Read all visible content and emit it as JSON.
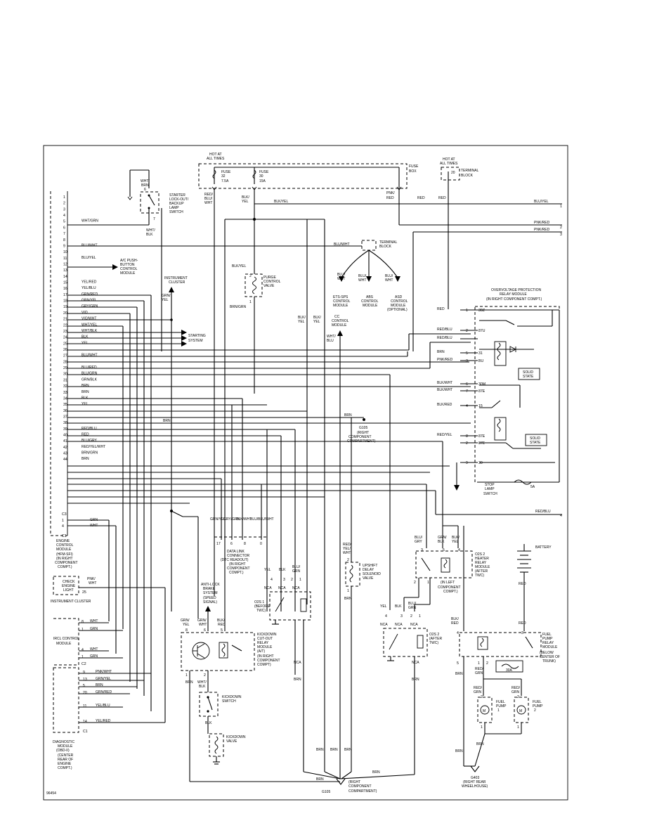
{
  "figure_id": "96454",
  "top": {
    "hot_at_all_times": [
      "HOT AT",
      "ALL TIMES"
    ],
    "fuse_box": [
      "FUSE",
      "BOX"
    ],
    "fuse32": [
      "FUSE",
      "32",
      "7.5A"
    ],
    "fuse30": [
      "FUSE",
      "30",
      "15A"
    ],
    "hot_at_all_times_2": [
      "HOT AT",
      "ALL TIMES"
    ],
    "fuse_20": "20",
    "terminal_block": [
      "TERMINAL",
      "BLOCK"
    ]
  },
  "ecm": {
    "pins": [
      {
        "n": "1",
        "c": ""
      },
      {
        "n": "2",
        "c": ""
      },
      {
        "n": "3",
        "c": ""
      },
      {
        "n": "4",
        "c": ""
      },
      {
        "n": "5",
        "c": "WHT/GRN"
      },
      {
        "n": "6",
        "c": ""
      },
      {
        "n": "7",
        "c": ""
      },
      {
        "n": "8",
        "c": ""
      },
      {
        "n": "9",
        "c": "BLU/WHT"
      },
      {
        "n": "10",
        "c": ""
      },
      {
        "n": "11",
        "c": "BLU/YEL"
      },
      {
        "n": "12",
        "c": ""
      },
      {
        "n": "13",
        "c": ""
      },
      {
        "n": "14",
        "c": ""
      },
      {
        "n": "15",
        "c": "YEL/RED"
      },
      {
        "n": "16",
        "c": "YEL/BLU"
      },
      {
        "n": "17",
        "c": "GRN/RED"
      },
      {
        "n": "18",
        "c": "GRN/YEL"
      },
      {
        "n": "19",
        "c": "GRY/GRN"
      },
      {
        "n": "20",
        "c": "VIO"
      },
      {
        "n": "21",
        "c": "VIO/WHT"
      },
      {
        "n": "22",
        "c": "WHT/YEL"
      },
      {
        "n": "23",
        "c": "WHT/BLK"
      },
      {
        "n": "24",
        "c": "BLK"
      },
      {
        "n": "25",
        "c": "YEL"
      },
      {
        "n": "26",
        "c": ""
      },
      {
        "n": "27",
        "c": "BLU/WHT"
      },
      {
        "n": "28",
        "c": ""
      },
      {
        "n": "29",
        "c": "BLU/RED"
      },
      {
        "n": "30",
        "c": "BLU/GRN"
      },
      {
        "n": "31",
        "c": "GRN/BLK"
      },
      {
        "n": "32",
        "c": "BRN"
      },
      {
        "n": "33",
        "c": "BRN"
      },
      {
        "n": "34",
        "c": "BLK"
      },
      {
        "n": "35",
        "c": "YEL"
      },
      {
        "n": "36",
        "c": ""
      },
      {
        "n": "37",
        "c": ""
      },
      {
        "n": "38",
        "c": ""
      },
      {
        "n": "39",
        "c": "RED/BLU"
      },
      {
        "n": "40",
        "c": "RED"
      },
      {
        "n": "41",
        "c": "BLU/GRY"
      },
      {
        "n": "42",
        "c": "RED/YEL/WHT"
      },
      {
        "n": "43",
        "c": "BRN/GRN"
      },
      {
        "n": "44",
        "c": "BRN"
      }
    ],
    "c3_pins": [
      {
        "n": "C3",
        "c": ""
      },
      {
        "n": "1",
        "c": "GRN"
      },
      {
        "n": "4",
        "c": "WHT"
      },
      {
        "n": "C1",
        "c": ""
      }
    ],
    "label": [
      "ENGINE",
      "CONTROL",
      "MODULE",
      "(HFM-SFI)",
      "(IN RIGHT",
      "COMPONENT",
      "COMPT.)"
    ]
  },
  "check_engine": {
    "label": [
      "CHECK",
      "ENGINE",
      "LIGHT"
    ],
    "pin": "25",
    "wire": [
      "PNK/",
      "WHT"
    ],
    "cluster": "INSTRUMENT CLUSTER"
  },
  "ircl": {
    "label": [
      "IRCL CONTROL",
      "MODULE"
    ],
    "pins": [
      {
        "n": "8",
        "c": "WHT"
      },
      {
        "n": "1",
        "c": "GRN"
      },
      {
        "n": "4",
        "c": "WHT"
      },
      {
        "n": "1",
        "c": "GRN"
      },
      {
        "n": "C2",
        "c": ""
      }
    ]
  },
  "diag": {
    "label": [
      "DIAGNOSTIC",
      "MODULE",
      "(OBD-II)",
      "(CENTER",
      "REAR OF",
      "ENGINE",
      "COMPT.)"
    ],
    "pins": [
      {
        "n": "9",
        "c": "PNK/WHT"
      },
      {
        "n": "13",
        "c": "GRN/YEL"
      },
      {
        "n": "5",
        "c": "BRN"
      },
      {
        "n": "20",
        "c": "GRN/RED"
      },
      {
        "n": "11",
        "c": "YEL/BLU"
      },
      {
        "n": "14",
        "c": "YEL/RED"
      },
      {
        "n": "C1",
        "c": ""
      }
    ]
  },
  "starter": {
    "label": [
      "STARTER",
      "LOCK-OUT/",
      "BACKUP",
      "LAMP",
      "SWITCH"
    ],
    "wire_top": [
      "WHT/",
      "BRN"
    ],
    "pin6": "6",
    "pin7": "7",
    "wire_bot": [
      "WHT/",
      "BLK"
    ]
  },
  "ac": {
    "label": [
      "A/C PUSH-",
      "BUTTON",
      "CONTROL",
      "MODULE"
    ]
  },
  "cluster": {
    "label": [
      "INSTRUMENT",
      "CLUSTER"
    ],
    "wire": [
      "GRN/",
      "YEL"
    ]
  },
  "starting": [
    "STARTING",
    "SYSTEM"
  ],
  "purge": {
    "label": [
      "PURGE",
      "CONTROL",
      "VALVE"
    ],
    "wire_top": "BLK/YEL",
    "wire_bot": "BRN/GRN",
    "pin2": "2",
    "pin1": "1"
  },
  "splice": {
    "red_blu_wht": [
      "RED/",
      "BLU/",
      "WHT"
    ],
    "blk_yel": [
      "BLK/",
      "YEL"
    ],
    "blk_yel_h": "BLK/YEL",
    "pnk_red": [
      "PNK/",
      "RED"
    ]
  },
  "terminal_block_mid": {
    "label": [
      "TERMINAL",
      "BLOCK"
    ],
    "wire": "BLU/WHT"
  },
  "ets": {
    "label": [
      "ETS-SPS",
      "CONTROL",
      "MODULE"
    ],
    "wire": [
      "BLU/",
      "WHT"
    ]
  },
  "abs": {
    "label": [
      "ABS",
      "CONTROL",
      "MODULE"
    ],
    "wire": [
      "BLU/",
      "WHT"
    ]
  },
  "asd": {
    "label": [
      "ASD",
      "CONTROL",
      "MODULE",
      "(OPTIONAL)"
    ],
    "wire": [
      "BLU/",
      "WHT"
    ]
  },
  "cc": {
    "label": [
      "CC",
      "CONTROL",
      "MODULE"
    ],
    "wire": [
      "WHT/",
      "BLU"
    ],
    "wires": [
      "BLK/",
      "YEL",
      "BLK/",
      "YEL"
    ]
  },
  "right_outputs": [
    {
      "n": "1",
      "c": "BLU/YEL"
    },
    {
      "n": "2",
      "c": "PNK/RED"
    },
    {
      "n": "3",
      "c": "PNK/RED"
    },
    {
      "n": "4",
      "c": "RED/BLU"
    }
  ],
  "ovp": {
    "label": [
      "OVERVOLTAGE PROTECTION",
      "RELAY MODULE",
      "(IN RIGHT COMPONENT COMPT.)"
    ],
    "pins": [
      {
        "n": "1",
        "t": "30Z",
        "c": "RED"
      },
      {
        "n": "2",
        "t": "87U",
        "c": "RED/BLU"
      },
      {
        "n": "",
        "t": "",
        "c": "RED/BLU"
      },
      {
        "n": "5",
        "t": "31",
        "c": "BRN"
      },
      {
        "n": "3",
        "t": "BU",
        "c": "PNK/RED"
      },
      {
        "n": "6",
        "t": "30M",
        "c": "BLK/WHT"
      },
      {
        "n": "7",
        "t": "87E",
        "c": "BLK/WHT"
      },
      {
        "n": "4",
        "t": "15",
        "c": "BLK/RED"
      },
      {
        "n": "8",
        "t": "87E",
        "c": "RED/YEL"
      },
      {
        "n": "2",
        "t": "87E",
        "c": ""
      },
      {
        "n": "9",
        "t": "30",
        "c": ""
      }
    ],
    "solid_state": [
      "SOLID",
      "STATE"
    ],
    "fuse": "5A",
    "stop_lamp": [
      "STOP",
      "LAMP",
      "SWITCH"
    ]
  },
  "g105": {
    "label": [
      "G105",
      "(RIGHT",
      "COMPONENT",
      "COMPARTMENT)"
    ],
    "wire": "BRN"
  },
  "dlc": {
    "label": [
      "DATA LINK",
      "CONNECTOR",
      "(DTC READOUT)",
      "(IN RIGHT",
      "COMPONENT",
      "COMPT.)"
    ],
    "wires": [
      "GRN/YEL",
      "GRY/GRN",
      "BLK/WHT",
      "BLU/BLU/WHT"
    ],
    "pins": [
      "17",
      "6",
      "8",
      "0"
    ]
  },
  "o2s1": {
    "label": [
      "O2S 1",
      "(BEFORE",
      "TWC)"
    ],
    "wires": [
      "YEL",
      "BLK",
      "BLU/",
      "GRN"
    ],
    "pins": [
      "4",
      "3",
      "2",
      "1"
    ],
    "nca": "NCA"
  },
  "upshift": {
    "label": [
      "UPSHIFT",
      "DELAY",
      "SOLENOID",
      "VALVE"
    ],
    "wire": [
      "RED/",
      "YEL/",
      "WHT"
    ],
    "pin2": "2",
    "pin1": "1",
    "bot": "BRN"
  },
  "o2s2_heater": {
    "label": [
      "O2S 2",
      "HEATER",
      "RELAY",
      "MODULE",
      "(AFTER",
      "TWC)"
    ],
    "wires": [
      "BLU/",
      "GRY",
      "GRN/",
      "BLK",
      "BLK/",
      "YEL"
    ],
    "pins": [
      "3",
      "5",
      "4",
      "2",
      "1"
    ],
    "loc": [
      "(IN LEFT",
      "COMPONENT",
      "COMPT.)"
    ]
  },
  "o2s2": {
    "label": [
      "O2S 2",
      "(AFTER",
      "TWC)"
    ],
    "wires": [
      "YEL",
      "BLK",
      "BLU/",
      "GRN"
    ],
    "pins": [
      "4",
      "3",
      "2",
      "1"
    ],
    "nca": "NCA",
    "bot": "BRN"
  },
  "battery": {
    "label": "BATTERY",
    "wire": "RED"
  },
  "abs_sig": {
    "label": [
      "ANTI-LOCK",
      "BRAKE",
      "SYSTEM",
      "(SPEED",
      "SIGNAL)"
    ],
    "wires": [
      "GRN/",
      "YEL",
      "GRN/",
      "WHT",
      "BLK/",
      "RED"
    ]
  },
  "kickdown_relay": {
    "label": [
      "KICKDOWN",
      "CUT-OUT",
      "RELAY",
      "MODULE",
      "(A/T)",
      "(IN RIGHT",
      "COMPONENT",
      "COMPT)"
    ],
    "pins": [
      "8",
      "6",
      "5",
      "1",
      "2"
    ],
    "wire": [
      "BRN",
      "WHT/",
      "BLK"
    ]
  },
  "kickdown_switch": {
    "label": [
      "KICKDOWN",
      "SWITCH"
    ],
    "wire": "BLK"
  },
  "kickdown_valve": {
    "label": [
      "KICKDOWN",
      "VALVE"
    ]
  },
  "fuel_relay": {
    "label": [
      "FUEL",
      "PUMP",
      "RELAY",
      "MODULE",
      "(BELOW",
      "CENTER OF",
      "TRUNK)"
    ],
    "pins": [
      "4",
      "3",
      "5",
      "1",
      "2"
    ],
    "wires": [
      "BLK/",
      "RED",
      "RED"
    ],
    "fuse": "30A",
    "rg": [
      "RED/",
      "GRN",
      "RED/",
      "GRN"
    ]
  },
  "pump1": {
    "label": [
      "FUEL",
      "PUMP",
      "1"
    ],
    "wire": [
      "RED/",
      "GRN"
    ],
    "pins": [
      "2",
      "1"
    ]
  },
  "pump2": {
    "label": [
      "FUEL",
      "PUMP",
      "2"
    ],
    "wire": [
      "RED/",
      "GRN"
    ],
    "pins": [
      "2",
      "1"
    ]
  },
  "g403": {
    "label": [
      "G403",
      "(RIGHT REAR",
      "WHEELHOUSE)"
    ],
    "wire": "BRN"
  },
  "ground_bottom": {
    "label": [
      "(RIGHT",
      "COMPONENT",
      "COMPARTMENT)"
    ],
    "id": "G105",
    "brn": "BRN"
  },
  "misc": {
    "red": "RED",
    "brn": "BRN",
    "nca": "NCA"
  }
}
